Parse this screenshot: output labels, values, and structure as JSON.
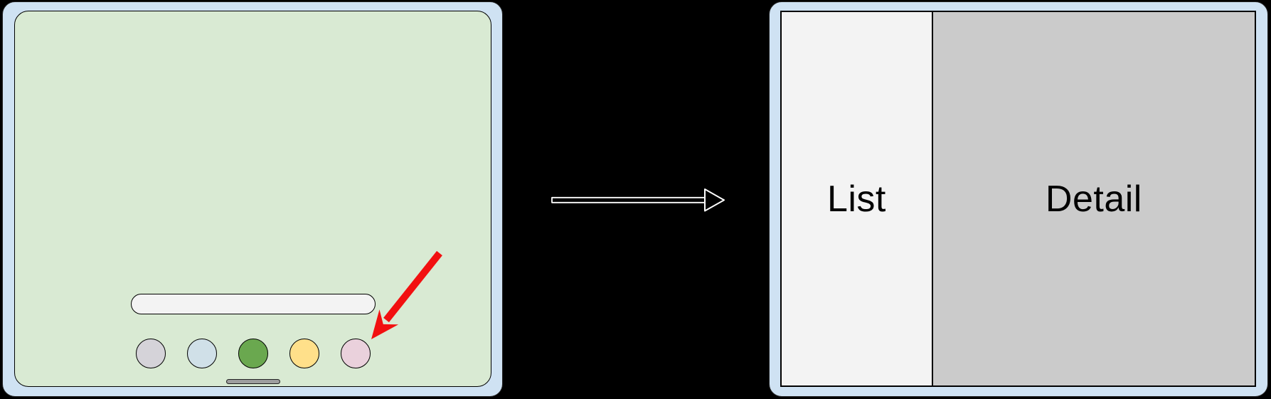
{
  "scene": {
    "background_color": "#000000",
    "bezel_color": "#cfe2f3"
  },
  "phone": {
    "screen_color": "#d9ead3",
    "search_bar_color": "#f3f3f3",
    "dock_icons": [
      {
        "name": "app-icon-gray",
        "color": "#d5d3d9"
      },
      {
        "name": "app-icon-blue",
        "color": "#d0e0e8"
      },
      {
        "name": "app-icon-green",
        "color": "#6aa84f"
      },
      {
        "name": "app-icon-yellow",
        "color": "#ffe08a"
      },
      {
        "name": "app-icon-pink",
        "color": "#ead1dc"
      }
    ],
    "home_indicator_color": "#9e9e9e",
    "pointer_arrow_color": "#f21010"
  },
  "transition": {
    "arrow_outline_color": "#ffffff",
    "arrow_fill_color": "#000000"
  },
  "tablet": {
    "panes": [
      {
        "label": "List",
        "color": "#f3f3f3"
      },
      {
        "label": "Detail",
        "color": "#cbcbcb"
      }
    ]
  }
}
